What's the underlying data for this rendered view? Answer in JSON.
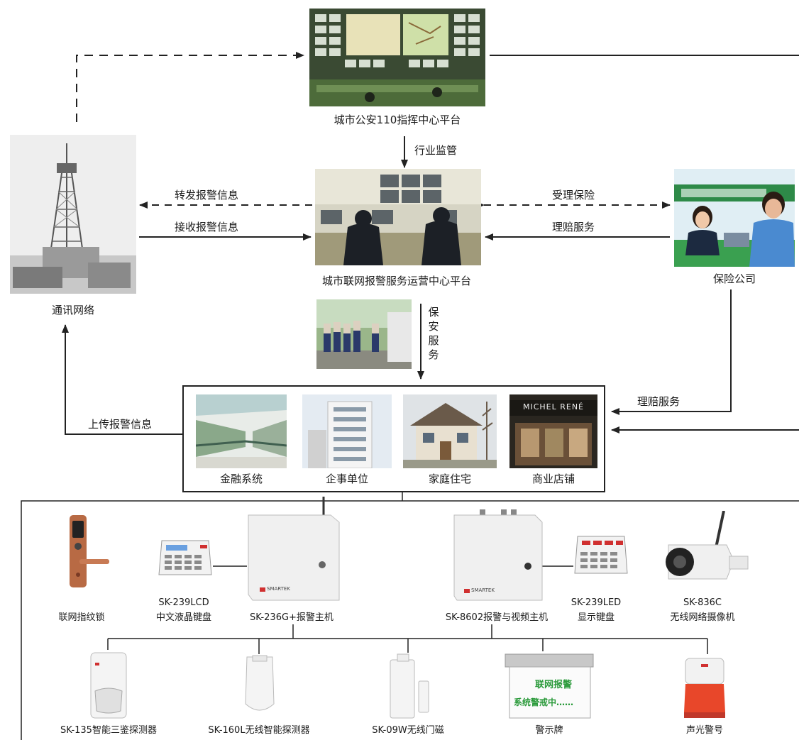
{
  "nodes": {
    "command_center": "城市公安110指挥中心平台",
    "operation_center": "城市联网报警服务运营中心平台",
    "telecom": "通讯网络",
    "insurance": "保险公司"
  },
  "edges": {
    "supervision": "行业监管",
    "forward_alarm": "转发报警信息",
    "receive_alarm": "接收报警信息",
    "accept_insurance": "受理保险",
    "claims_service_top": "理赔服务",
    "security_service": "保安服务",
    "claims_service_bottom": "理赔服务",
    "upload_alarm": "上传报警信息"
  },
  "clients": {
    "financial": "金融系统",
    "enterprise": "企事单位",
    "home": "家庭住宅",
    "shop": "商业店铺",
    "shop_sign": "MICHEL RENÉ"
  },
  "devices": {
    "lock": "联网指纹锁",
    "lcd_keypad_model": "SK-239LCD",
    "lcd_keypad_name": "中文液晶键盘",
    "host_236": "SK-236G+报警主机",
    "host_8602": "SK-8602报警与视频主机",
    "led_keypad_model": "SK-239LED",
    "led_keypad_name": "显示键盘",
    "camera_model": "SK-836C",
    "camera_name": "无线网络摄像机",
    "brand": "SMARTEK"
  },
  "detectors": {
    "sk135": "SK-135智能三鉴探测器",
    "sk160l": "SK-160L无线智能探测器",
    "sk09w": "SK-09W无线门磁",
    "sign": "警示牌",
    "siren": "声光警号",
    "sign_line1": "联网报警",
    "sign_line2": "系统警戒中……"
  }
}
